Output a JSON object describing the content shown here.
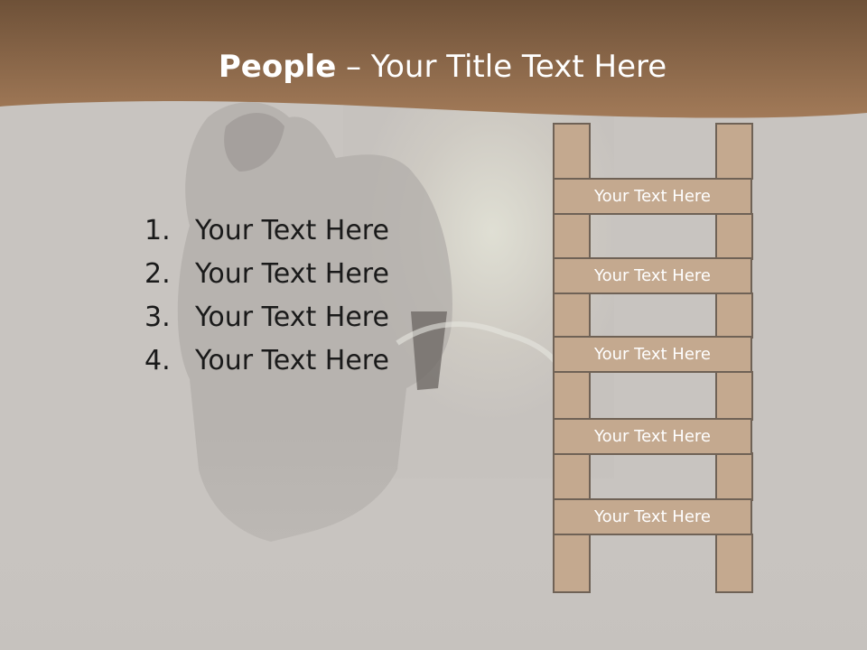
{
  "title": {
    "bold": "People",
    "rest": " – Your Title Text Here"
  },
  "list": [
    {
      "number": "1.",
      "text": "Your Text Here"
    },
    {
      "number": "2.",
      "text": "Your Text Here"
    },
    {
      "number": "3.",
      "text": "Your Text Here"
    },
    {
      "number": "4.",
      "text": "Your Text Here"
    }
  ],
  "ladder": {
    "rungs": [
      "Your Text Here",
      "Your Text Here",
      "Your Text Here",
      "Your Text Here",
      "Your Text Here"
    ]
  },
  "colors": {
    "header_brown": "#8a6141",
    "ladder_fill": "#c4a98f",
    "ladder_stroke": "#6f6256",
    "background": "#c9c5c1"
  }
}
